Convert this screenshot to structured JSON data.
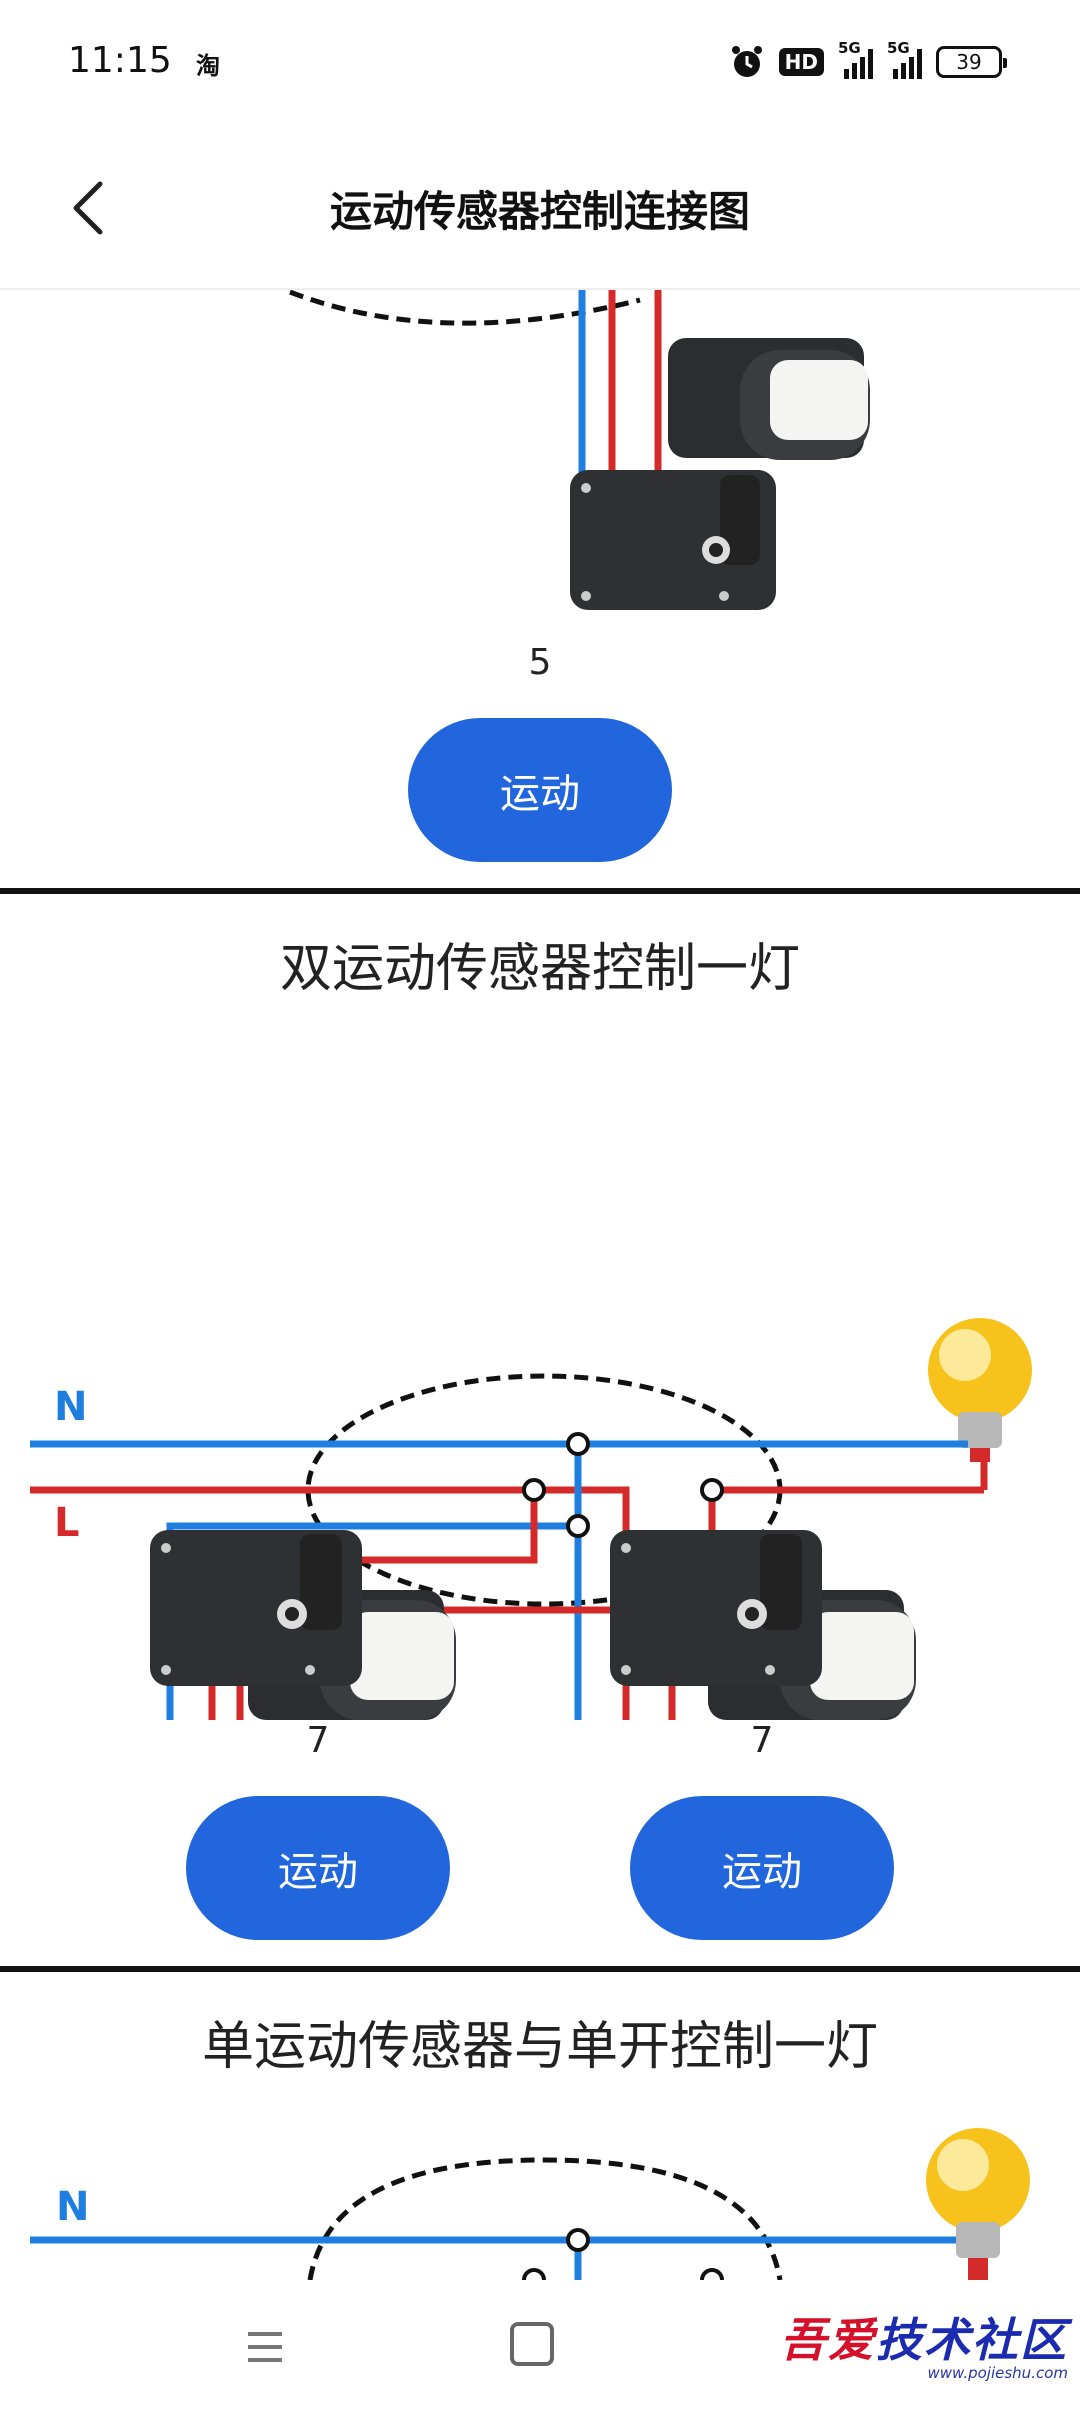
{
  "status_bar": {
    "time": "11:15",
    "app_icon_text": "淘",
    "hd_label": "HD",
    "network1": "5G",
    "network2": "5G",
    "battery": "39"
  },
  "header": {
    "title": "运动传感器控制连接图"
  },
  "sections": [
    {
      "caption_number": "5",
      "buttons": [
        {
          "label": "运动"
        }
      ]
    },
    {
      "title": "双运动传感器控制一灯",
      "wire_labels": {
        "neutral": "N",
        "line": "L"
      },
      "captions": [
        "7",
        "7"
      ],
      "buttons": [
        {
          "label": "运动"
        },
        {
          "label": "运动"
        }
      ]
    },
    {
      "title": "单运动传感器与单开控制一灯",
      "wire_labels": {
        "neutral": "N"
      }
    }
  ],
  "watermark": {
    "text_part1": "吾爱",
    "text_part2": "技术社区",
    "url": "www.pojieshu.com"
  },
  "colors": {
    "accent": "#2266dd",
    "wire_neutral": "#1e7fe0",
    "wire_line": "#d42a2a"
  }
}
